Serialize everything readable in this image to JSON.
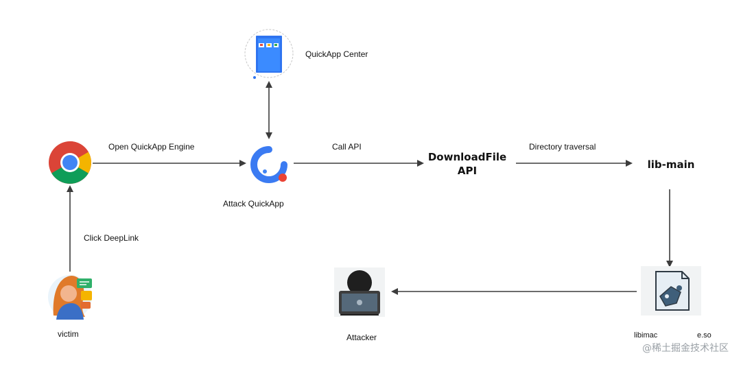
{
  "nodes": {
    "quickapp_center": "QuickApp Center",
    "attack_quickapp": "Attack QuickApp",
    "downloadfile_line1": "DownloadFile",
    "downloadfile_line2": "API",
    "lib_main": "lib-main",
    "victim": "victim",
    "attacker": "Attacker",
    "libfile_left": "libimac",
    "libfile_right": "e.so"
  },
  "edges": {
    "open_engine": "Open QuickApp Engine",
    "call_api": "Call API",
    "directory_traversal": "Directory traversal",
    "click_deeplink": "Click  DeepLink"
  },
  "watermark": "@稀土掘金技术社区",
  "icons": [
    "chrome-icon",
    "quickapp-center-icon",
    "quickapp-engine-icon",
    "victim-icon",
    "attacker-icon",
    "so-file-icon"
  ],
  "colors": {
    "arrow": "#3c3c3c",
    "quickapp_blue": "#3b7bf2",
    "quickapp_red": "#ea4335"
  }
}
